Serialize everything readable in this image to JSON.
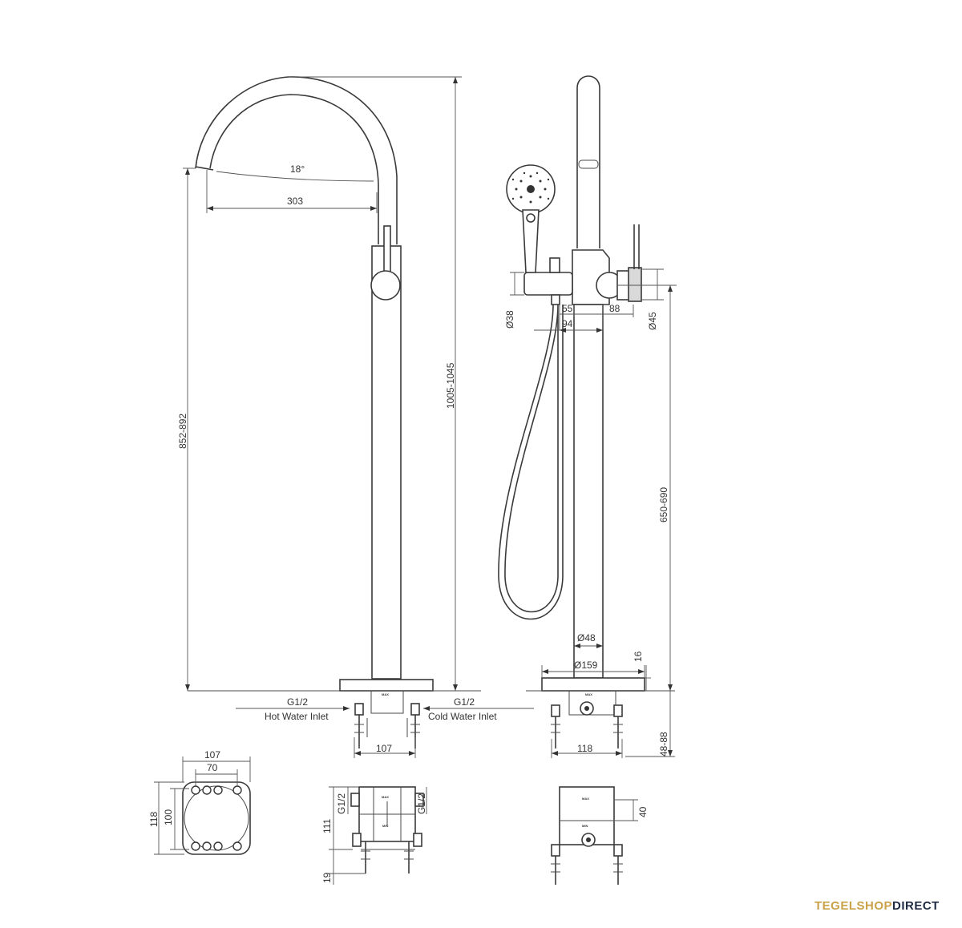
{
  "dimensions": {
    "angle": "18°",
    "spout_reach": "303",
    "spout_height": "852-892",
    "total_height": "1005-1045",
    "hot_inlet_thread": "G1/2",
    "hot_inlet_label": "Hot Water Inlet",
    "cold_inlet_thread": "G1/2",
    "cold_inlet_label": "Cold Water Inlet",
    "base_width_front": "107",
    "holder_diameter": "Ø38",
    "dim_55": "55",
    "dim_94": "94",
    "dim_88": "88",
    "handle_diameter": "Ø45",
    "holder_height": "650-690",
    "pipe_diameter": "Ø48",
    "base_diameter": "Ø159",
    "base_plate_thickness": "16",
    "base_width_side": "118",
    "box_height_range": "48-88",
    "plan_outer_width": "107",
    "plan_inner_width": "70",
    "plan_outer_height": "118",
    "plan_inner_height": "100",
    "box_height": "111",
    "box_left_thread": "G1/2",
    "box_right_thread": "G1/2",
    "leg_height": "19",
    "max_mark_height": "40",
    "max_label": "MAX",
    "min_label": "MIN"
  },
  "brand": {
    "part1": "TEGELSHOP",
    "part2": "DIRECT",
    "color1": "#c9a24a",
    "color2": "#1f2a44"
  }
}
